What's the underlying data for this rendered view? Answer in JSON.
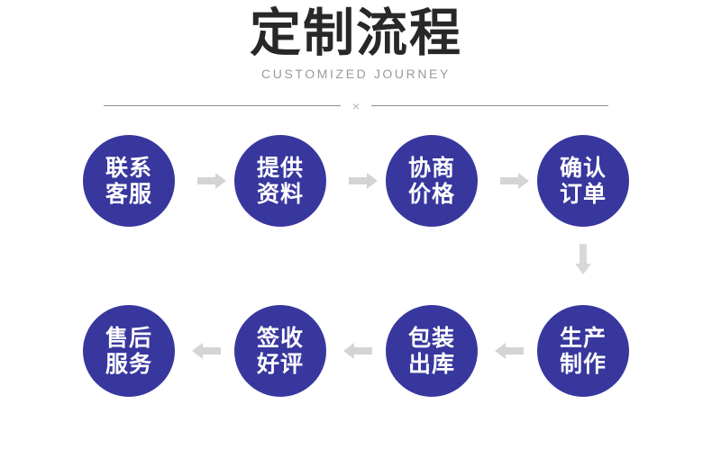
{
  "header": {
    "title": "定制流程",
    "subtitle": "CUSTOMIZED JOURNEY",
    "divider_mark": "×"
  },
  "colors": {
    "node_fill": "#38379e",
    "node_text": "#ffffff",
    "arrow": "#d4d4d4",
    "arrow_vertical": "#d8d8d8",
    "title": "#282828",
    "subtitle": "#9a9a9a",
    "divider": "#8e8e8e",
    "background": "#ffffff"
  },
  "flow": {
    "row1": [
      {
        "line1": "联系",
        "line2": "客服"
      },
      {
        "line1": "提供",
        "line2": "资料"
      },
      {
        "line1": "协商",
        "line2": "价格"
      },
      {
        "line1": "确认",
        "line2": "订单"
      }
    ],
    "row2": [
      {
        "line1": "售后",
        "line2": "服务"
      },
      {
        "line1": "签收",
        "line2": "好评"
      },
      {
        "line1": "包装",
        "line2": "出库"
      },
      {
        "line1": "生产",
        "line2": "制作"
      }
    ],
    "connectors": {
      "row1_arrow_1": "arrow-right-icon",
      "row1_arrow_2": "arrow-right-icon",
      "row1_arrow_3": "arrow-right-icon",
      "row_transition_arrow": "arrow-down-icon",
      "row2_arrow_1": "arrow-left-icon",
      "row2_arrow_2": "arrow-left-icon",
      "row2_arrow_3": "arrow-left-icon"
    }
  }
}
